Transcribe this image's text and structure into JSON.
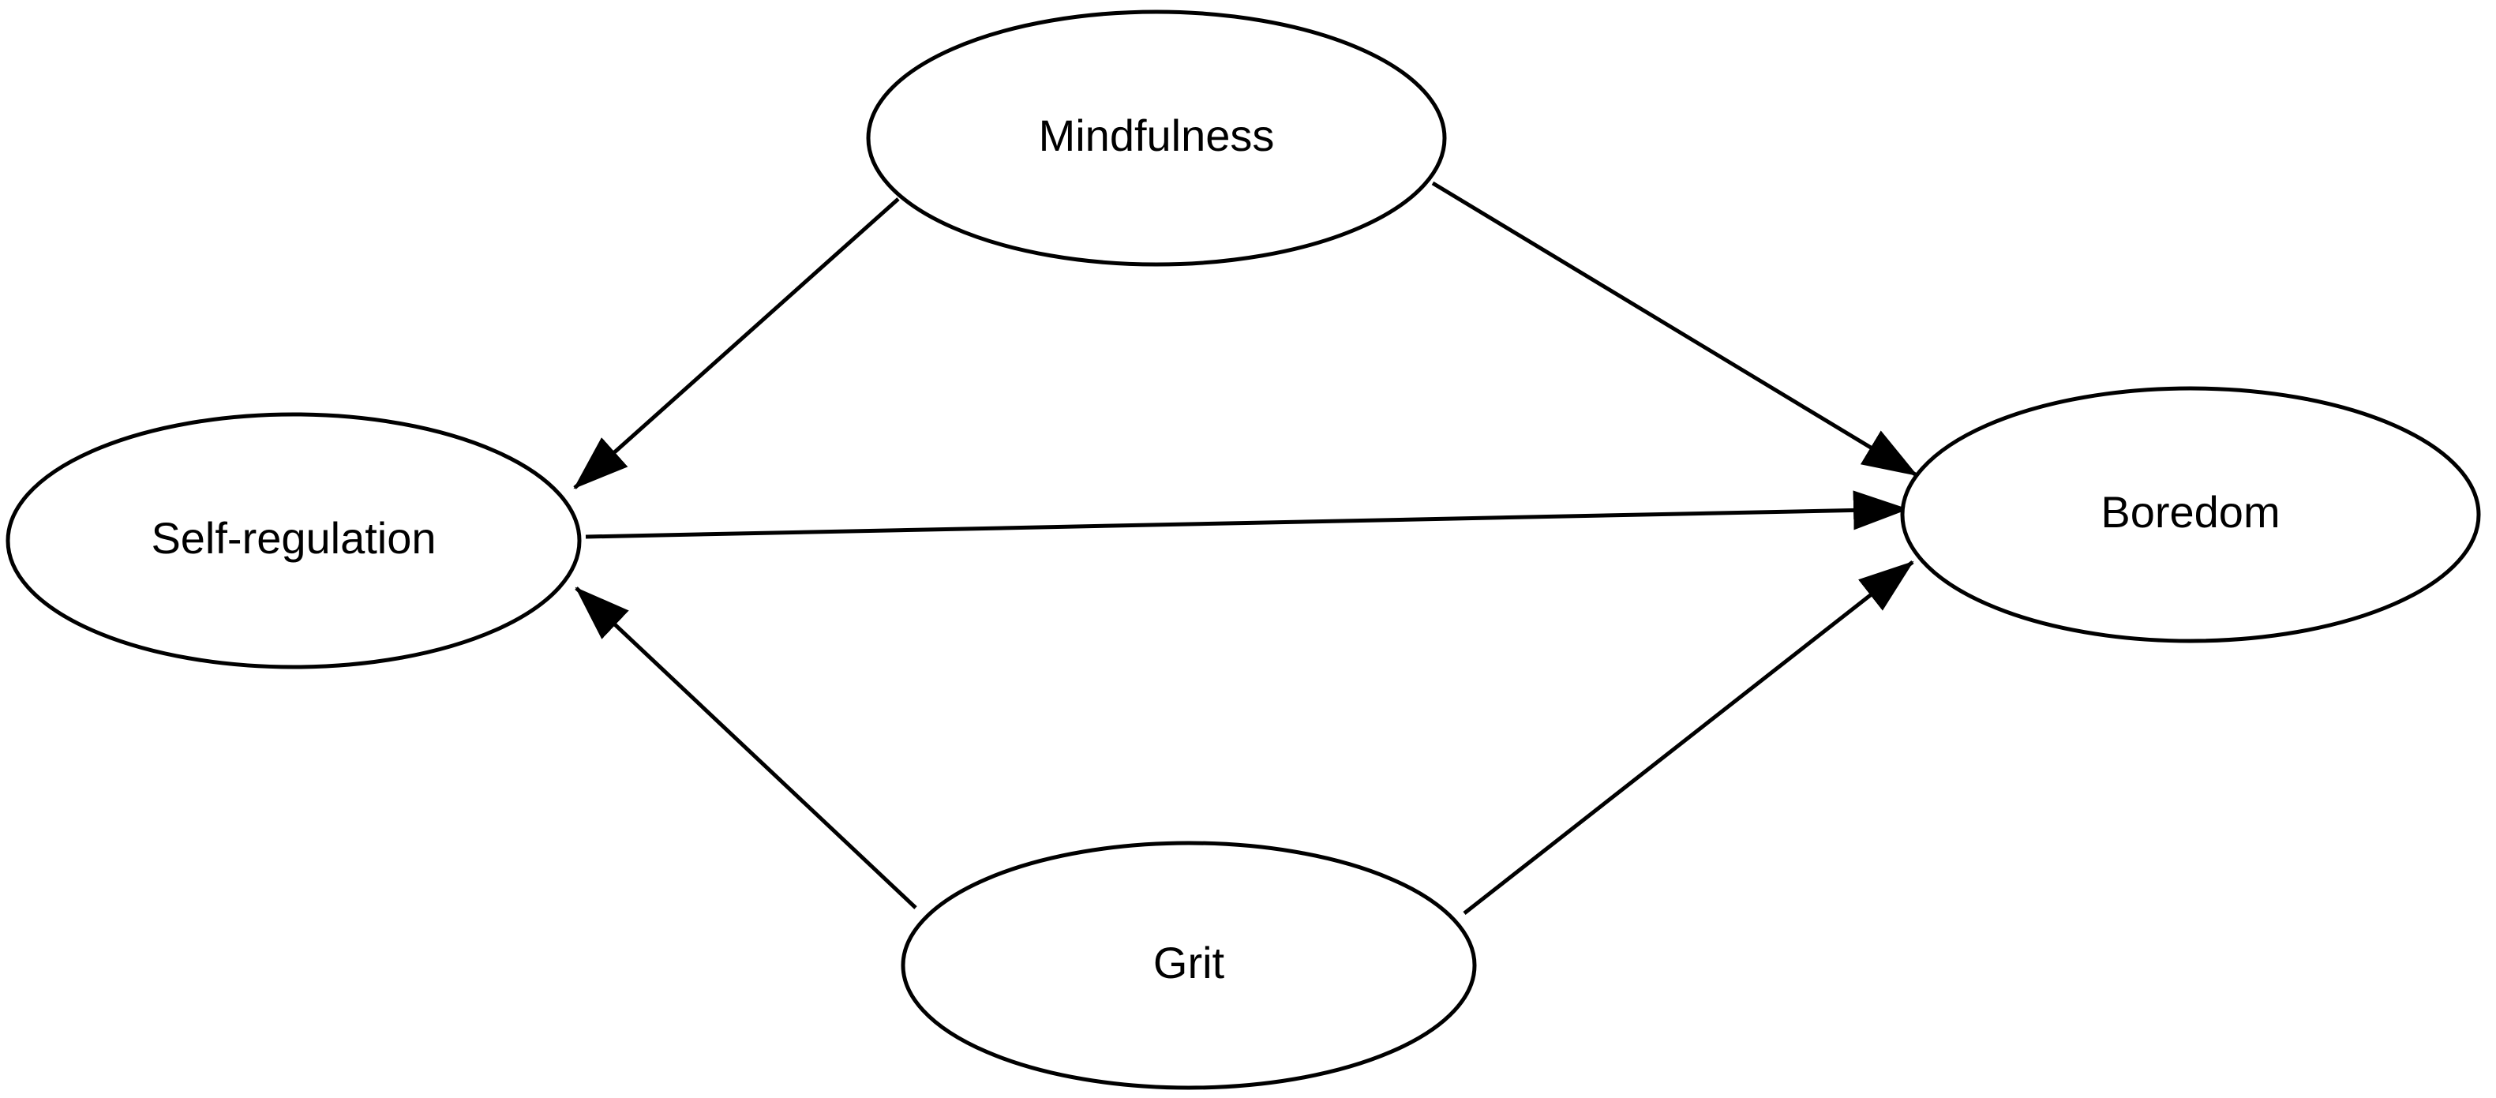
{
  "diagram": {
    "nodes": [
      {
        "id": "mindfulness",
        "label": "Mindfulness",
        "shape": "ellipse"
      },
      {
        "id": "self_regulation",
        "label": "Self-regulation",
        "shape": "ellipse"
      },
      {
        "id": "boredom",
        "label": "Boredom",
        "shape": "ellipse"
      },
      {
        "id": "grit",
        "label": "Grit",
        "shape": "ellipse"
      }
    ],
    "edges": [
      {
        "from": "mindfulness",
        "to": "self_regulation"
      },
      {
        "from": "mindfulness",
        "to": "boredom"
      },
      {
        "from": "self_regulation",
        "to": "boredom"
      },
      {
        "from": "grit",
        "to": "self_regulation"
      },
      {
        "from": "grit",
        "to": "boredom"
      }
    ],
    "colors": {
      "stroke": "#000000",
      "fill": "#ffffff",
      "text": "#000000"
    }
  }
}
